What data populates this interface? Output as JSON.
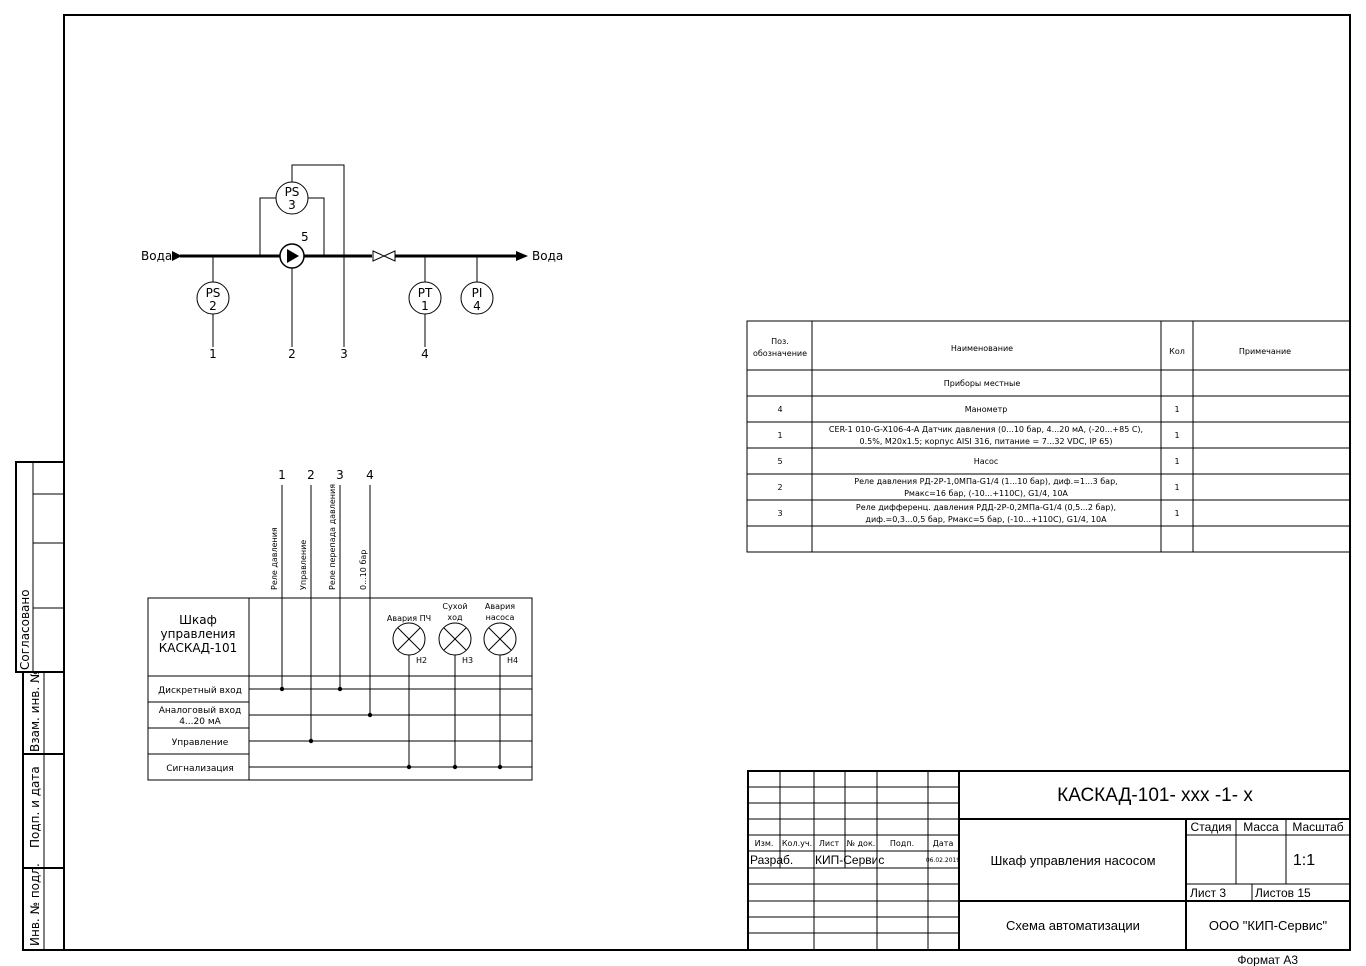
{
  "flow": {
    "inlet_label": "Вода",
    "outlet_label": "Вода",
    "instruments": [
      {
        "tag": "PS",
        "num": "3"
      },
      {
        "tag": "PS",
        "num": "2"
      },
      {
        "tag": "PT",
        "num": "1"
      },
      {
        "tag": "PI",
        "num": "4"
      }
    ],
    "pump_pos": "5",
    "line_numbers": [
      "1",
      "2",
      "3",
      "4"
    ]
  },
  "cabinet": {
    "bus_numbers": [
      "1",
      "2",
      "3",
      "4"
    ],
    "signal_labels": [
      "Реле давления",
      "Управление",
      "Реле перепада давления",
      "0...10 бар"
    ],
    "title_lines": [
      "Шкаф",
      "управления",
      "КАСКАД-101"
    ],
    "lamps": [
      {
        "label_lines": [
          "Авария ПЧ"
        ],
        "tag": "H2"
      },
      {
        "label_lines": [
          "Сухой",
          "ход"
        ],
        "tag": "H3"
      },
      {
        "label_lines": [
          "Авария",
          "насоса"
        ],
        "tag": "H4"
      }
    ],
    "rows": [
      "Дискретный вход",
      "Аналоговый вход",
      "4...20 мА",
      "Управление",
      "Сигнализация"
    ]
  },
  "spec_table": {
    "headers": {
      "pos_line1": "Поз.",
      "pos_line2": "обозначение",
      "name": "Наименование",
      "qty": "Кол",
      "note": "Примечание"
    },
    "section": "Приборы местные",
    "rows": [
      {
        "pos": "4",
        "name1": "Манометр",
        "name2": "",
        "qty": "1"
      },
      {
        "pos": "1",
        "name1": "CER-1 010-G-X106-4-A Датчик давления (0...10 бар, 4...20 мА, (-20...+85 С),",
        "name2": "0.5%, M20x1.5; корпус AISI 316, питание = 7...32 VDC, IP 65)",
        "qty": "1"
      },
      {
        "pos": "5",
        "name1": "Насос",
        "name2": "",
        "qty": "1"
      },
      {
        "pos": "2",
        "name1": "Реле давления РД-2Р-1,0МПа-G1/4 (1...10 бар), диф.=1...3 бар,",
        "name2": "Рмакс=16 бар, (-10...+110С), G1/4, 10А",
        "qty": "1"
      },
      {
        "pos": "3",
        "name1": "Реле дифференц. давления РДД-2Р-0,2МПа-G1/4 (0,5...2 бар),",
        "name2": "диф.=0,3...0,5 бар, Рмакс=5 бар, (-10...+110С), G1/4, 10А",
        "qty": "1"
      }
    ]
  },
  "side_stamp": {
    "agreed": "Согласовано",
    "inv_exchange": "Взам. инв. №",
    "sign_date": "Подп. и дата",
    "inv_orig": "Инв. № подл."
  },
  "title_block": {
    "designation": "КАСКАД-101- xxx -1- x",
    "col_izm": "Изм.",
    "col_kol": "Кол.уч.",
    "col_list": "Лист",
    "col_doc": "№ док.",
    "col_sign": "Подп.",
    "col_date": "Дата",
    "dev_label": "Разраб.",
    "dev_name": "КИП-Сервис",
    "dev_date": "06.02.2019",
    "product": "Шкаф управления насосом",
    "stage": "Стадия",
    "mass": "Масса",
    "scale": "Масштаб",
    "scale_value": "1:1",
    "sheet": "Лист 3",
    "sheets": "Листов 15",
    "doc_type": "Схема автоматизации",
    "company": "ООО \"КИП-Сервис\"",
    "format": "Формат  А3"
  }
}
